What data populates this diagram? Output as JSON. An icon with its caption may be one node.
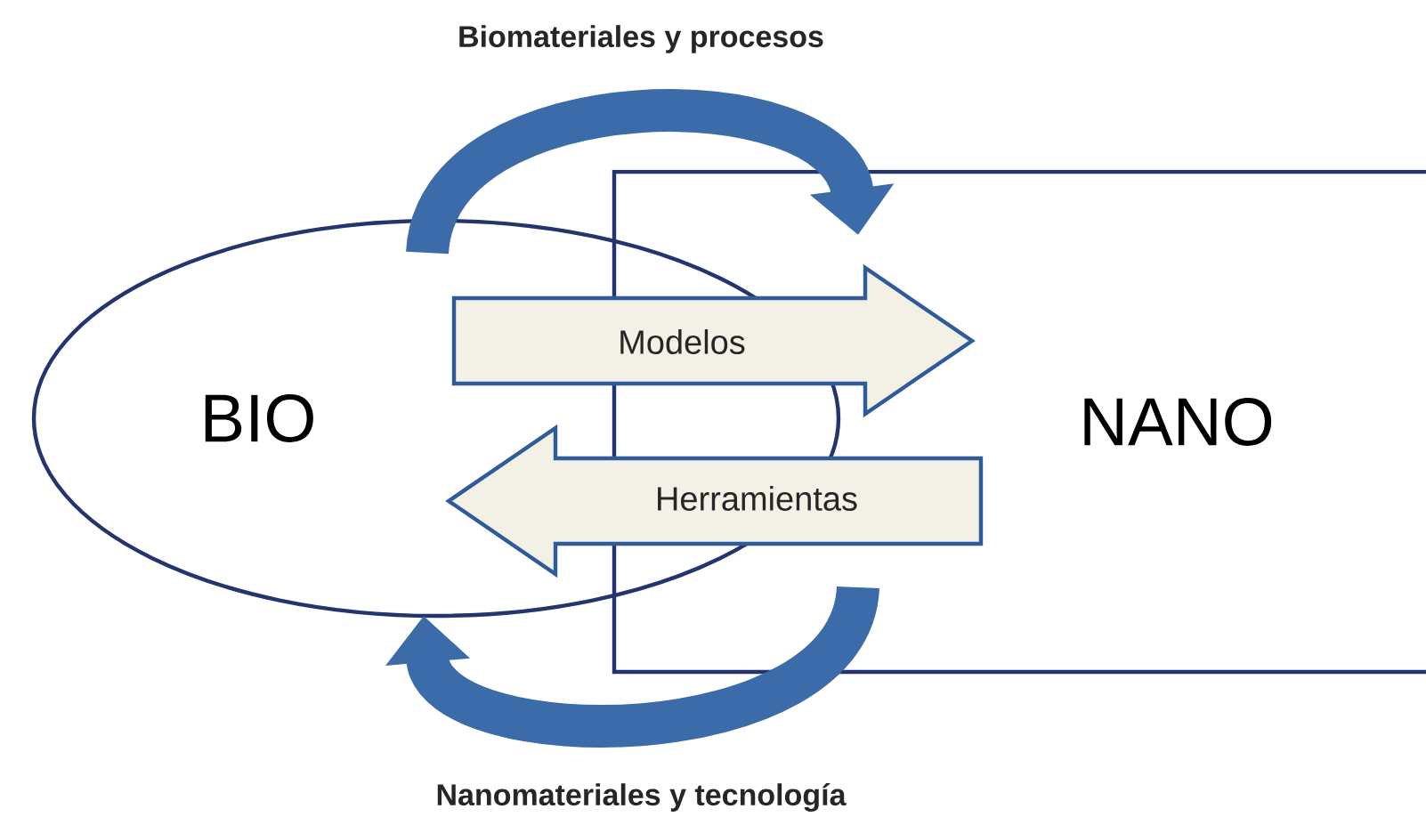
{
  "diagram": {
    "nodes": [
      {
        "text": [
          "BIO"
        ]
      },
      {
        "text": [
          "NANO"
        ]
      }
    ],
    "edges": [
      {
        "from": 0,
        "to": 1,
        "arrow": "to",
        "label": "Biomateriales y procesos"
      },
      {
        "from": 0,
        "to": 1,
        "arrow": "to",
        "label": "Modelos"
      },
      {
        "from": 1,
        "to": 0,
        "arrow": "to",
        "label": "Herramientas"
      },
      {
        "from": 1,
        "to": 0,
        "arrow": "to",
        "label": "Nanomateriales y tecnología"
      }
    ]
  }
}
